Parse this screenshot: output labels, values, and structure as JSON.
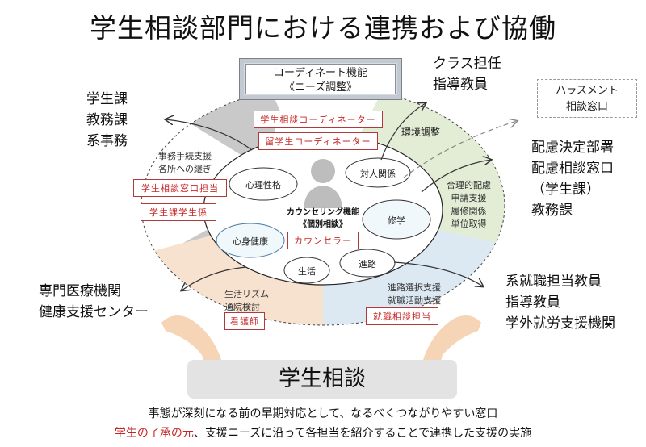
{
  "title": "学生相談部門における連携および協働",
  "coordinate": {
    "line1": "コーディネート機能",
    "line2": "《ニーズ調整》",
    "roles": [
      "学生相談コーディネーター",
      "留学生コーディネーター"
    ]
  },
  "counseling": {
    "line1": "カウンセリング機能",
    "line2": "《個別相談》",
    "role": "カウンセラー",
    "clouds": [
      "心理性格",
      "対人関係",
      "修学",
      "心身健康",
      "生活",
      "進路"
    ]
  },
  "segments": {
    "gray": {
      "color": "#c9c9c9",
      "desc": "事務手続支援\n各所への継ぎ",
      "roles": [
        "学生相談窓口担当",
        "学生課学生係"
      ],
      "external": "学生課\n教務課\n系事務"
    },
    "green": {
      "color": "#e3edd6",
      "label": "環境調整",
      "desc": "合理的配慮\n申請支援\n履修関係\n単位取得",
      "external_top": "クラス担任\n指導教員",
      "external": "配慮決定部署\n配慮相談窓口\n（学生課）\n教務課"
    },
    "orange": {
      "color": "#f7e1cf",
      "desc": "生活リズム\n通院検討",
      "role": "看護師",
      "external": "専門医療機関\n健康支援センター"
    },
    "blue": {
      "color": "#dce8f2",
      "desc": "進路選択支援\n就職活動支援",
      "role": "就職相談担当",
      "external": "系就職担当教員\n指導教員\n学外就労支援機関"
    }
  },
  "harassment": {
    "line1": "ハラスメント",
    "line2": "相談窓口"
  },
  "student_consultation": "学生相談",
  "footer": {
    "line1": "事態が深刻になる前の早期対応として、なるべくつながりやすい窓口",
    "line2_red": "学生の了承の元",
    "line2_rest": "、支援ニーズに沿って各担当を紹介することで連携した支援の実施"
  },
  "colors": {
    "accent_red": "#c62828",
    "hands": "#f5c9a6"
  }
}
